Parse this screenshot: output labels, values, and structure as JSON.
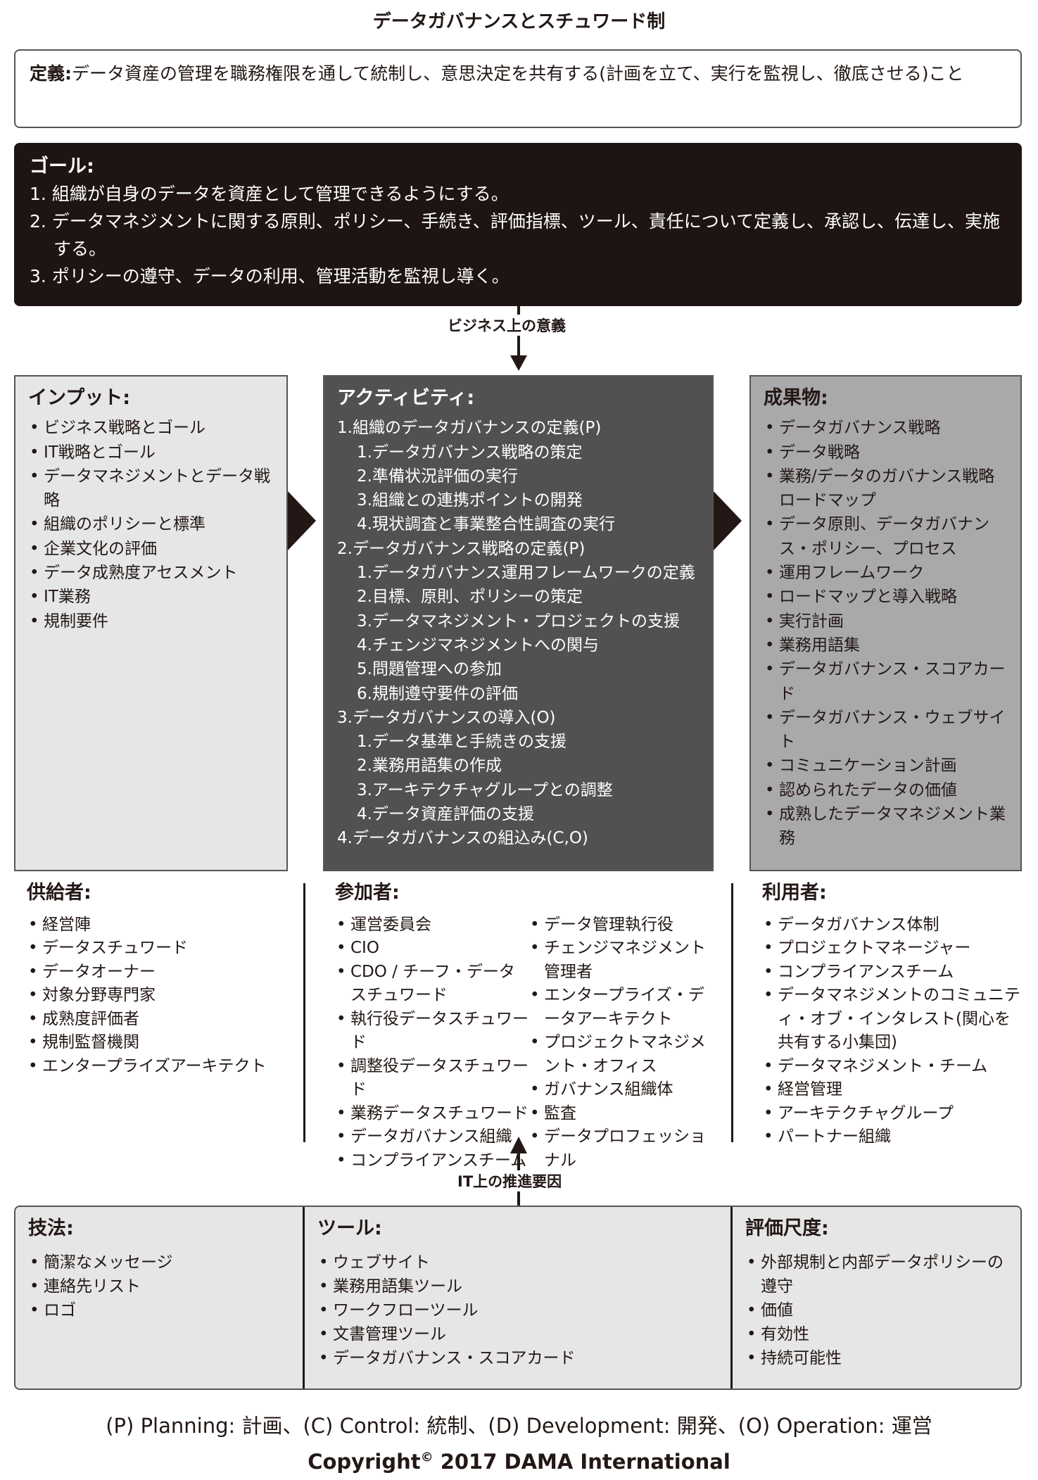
{
  "title": "データガバナンスとスチュワード制",
  "definition": {
    "label": "定義:",
    "text": "データ資産の管理を職務権限を通して統制し、意思決定を共有する(計画を立て、実行を監視し、徹底させる)こと"
  },
  "goals": {
    "label": "ゴール:",
    "items": [
      "1. 組織が自身のデータを資産として管理できるようにする。",
      "2. データマネジメントに関する原則、ポリシー、手続き、評価指標、ツール、責任について定義し、承認し、伝達し、実施する。",
      "3. ポリシーの遵守、データの利用、管理活動を監視し導く。"
    ]
  },
  "business_label": "ビジネス上の意義",
  "inputs": {
    "label": "インプット:",
    "items": [
      "ビジネス戦略とゴール",
      "IT戦略とゴール",
      "データマネジメントとデータ戦略",
      "組織のポリシーと標準",
      "企業文化の評価",
      "データ成熟度アセスメント",
      "IT業務",
      "規制要件"
    ]
  },
  "activities": {
    "label": "アクティビティ:",
    "items": [
      {
        "text": "1.組織のデータガバナンスの定義(P)",
        "sub": [
          "1.データガバナンス戦略の策定",
          "2.準備状況評価の実行",
          "3.組織との連携ポイントの開発",
          "4.現状調査と事業整合性調査の実行"
        ]
      },
      {
        "text": "2.データガバナンス戦略の定義(P)",
        "sub": [
          "1.データガバナンス運用フレームワークの定義",
          "2.目標、原則、ポリシーの策定",
          "3.データマネジメント・プロジェクトの支援",
          "4.チェンジマネジメントへの関与",
          "5.問題管理への参加",
          "6.規制遵守要件の評価"
        ]
      },
      {
        "text": "3.データガバナンスの導入(O)",
        "sub": [
          "1.データ基準と手続きの支援",
          "2.業務用語集の作成",
          "3.アーキテクチャグループとの調整",
          "4.データ資産評価の支援"
        ]
      },
      {
        "text": "4.データガバナンスの組込み(C,O)",
        "sub": []
      }
    ]
  },
  "deliverables": {
    "label": "成果物:",
    "items": [
      "データガバナンス戦略",
      "データ戦略",
      "業務/データのガバナンス戦略ロードマップ",
      "データ原則、データガバナンス・ポリシー、プロセス",
      "運用フレームワーク",
      "ロードマップと導入戦略",
      "実行計画",
      "業務用語集",
      "データガバナンス・スコアカード",
      "データガバナンス・ウェブサイト",
      "コミュニケーション計画",
      "認められたデータの価値",
      "成熟したデータマネジメント業務"
    ]
  },
  "suppliers": {
    "label": "供給者:",
    "items": [
      "経営陣",
      "データスチュワード",
      "データオーナー",
      "対象分野専門家",
      "成熟度評価者",
      "規制監督機関",
      "エンタープライズアーキテクト"
    ]
  },
  "participants": {
    "label": "参加者:",
    "col1": [
      "運営委員会",
      "CIO",
      "CDO / チーフ・データスチュワード",
      "執行役データスチュワード",
      "調整役データスチュワード",
      "業務データスチュワード",
      "データガバナンス組織",
      "コンプライアンスチーム"
    ],
    "col2": [
      "データ管理執行役",
      "チェンジマネジメント管理者",
      "エンタープライズ・データアーキテクト",
      "プロジェクトマネジメント・オフィス",
      "ガバナンス組織体",
      "監査",
      "データプロフェッショナル"
    ]
  },
  "consumers": {
    "label": "利用者:",
    "items": [
      "データガバナンス体制",
      "プロジェクトマネージャー",
      "コンプライアンスチーム",
      "データマネジメントのコミュニティ・オブ・インタレスト(関心を共有する小集団)",
      "データマネジメント・チーム",
      "経営管理",
      "アーキテクチャグループ",
      "パートナー組織"
    ]
  },
  "it_label": "IT上の推進要因",
  "techniques": {
    "label": "技法:",
    "items": [
      "簡潔なメッセージ",
      "連絡先リスト",
      "ロゴ"
    ]
  },
  "tools": {
    "label": "ツール:",
    "items": [
      "ウェブサイト",
      "業務用語集ツール",
      "ワークフローツール",
      "文書管理ツール",
      "データガバナンス・スコアカード"
    ]
  },
  "metrics": {
    "label": "評価尺度:",
    "items": [
      "外部規制と内部データポリシーの遵守",
      "価値",
      "有効性",
      "持続可能性"
    ]
  },
  "legend": "(P) Planning: 計画、(C) Control: 統制、(D) Development: 開発、(O) Operation: 運営",
  "copyright": {
    "prefix": "Copyright",
    "symbol": "©",
    "suffix": " 2017 DAMA International"
  }
}
